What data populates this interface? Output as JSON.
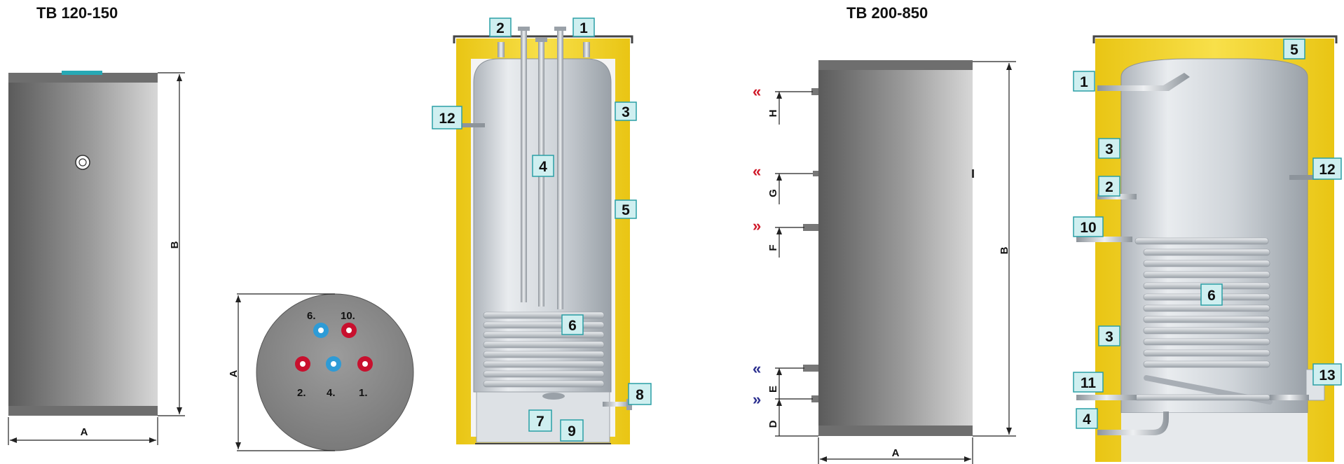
{
  "titles": {
    "left": "TB 120-150",
    "right": "TB 200-850"
  },
  "dimensions": {
    "A": "A",
    "B": "B",
    "D": "D",
    "E": "E",
    "F": "F",
    "G": "G",
    "H": "H"
  },
  "connector_labels": {
    "c6": "6.",
    "c10": "10.",
    "c2": "2.",
    "c4": "4.",
    "c1": "1."
  },
  "section1_labels": {
    "n1": "1",
    "n2": "2",
    "n3": "3",
    "n4": "4",
    "n5": "5",
    "n6": "6",
    "n7": "7",
    "n8": "8",
    "n9": "9",
    "n12": "12"
  },
  "section2_labels": {
    "n1": "1",
    "n2": "2",
    "n3a": "3",
    "n3b": "3",
    "n4": "4",
    "n5": "5",
    "n6": "6",
    "n10": "10",
    "n11": "11",
    "n12": "12",
    "n13": "13"
  },
  "flow_markers": {
    "h": "«",
    "g": "«",
    "f": "»",
    "e": "«",
    "d": "»"
  },
  "colors": {
    "insulation": "#f2d31b",
    "tank_silver": "#d9dde2",
    "jacket_dark": "#6f6f6f",
    "label_fill": "#cfeff0",
    "label_border": "#2a9fa6",
    "hot_connector": "#c8102e",
    "cold_connector": "#2e9bd6",
    "arrow_red": "#d01a2a",
    "arrow_blue": "#2b2f8f"
  }
}
